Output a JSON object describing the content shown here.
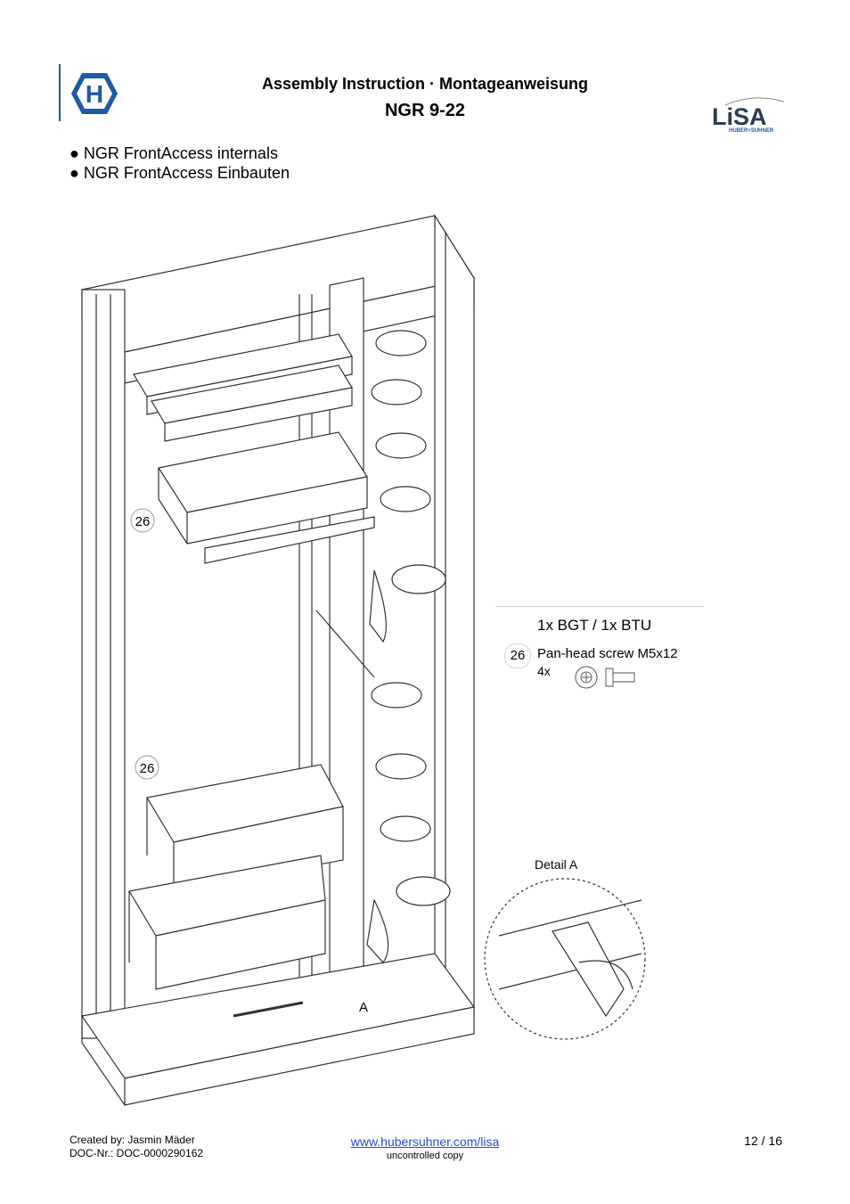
{
  "header": {
    "title": "Assembly Instruction · Montageanweisung",
    "subtitle": "NGR 9-22",
    "logo_left_letter": "H",
    "logo_right_text": "LiSA",
    "logo_right_subtext": "HUBER+SUHNER"
  },
  "bullets": [
    "● NGR FrontAccess internals",
    "● NGR FrontAccess Einbauten"
  ],
  "drawing": {
    "callout_top": "26",
    "callout_bottom": "26",
    "detail_marker": "A"
  },
  "parts": {
    "title": "1x BGT / 1x BTU",
    "number": "26",
    "description": "Pan-head screw M5x12",
    "quantity": "4x"
  },
  "detail_label": "Detail A",
  "footer": {
    "created_by": "Created by: Jasmin Mäder",
    "doc_nr": "DOC-Nr.: DOC-0000290162",
    "link": "www.hubersuhner.com/lisa",
    "note": "uncontrolled copy",
    "page": "12 / 16"
  },
  "colors": {
    "logo_blue": "#1d5aa8",
    "link_blue": "#1f4fd6",
    "line": "#333333"
  }
}
